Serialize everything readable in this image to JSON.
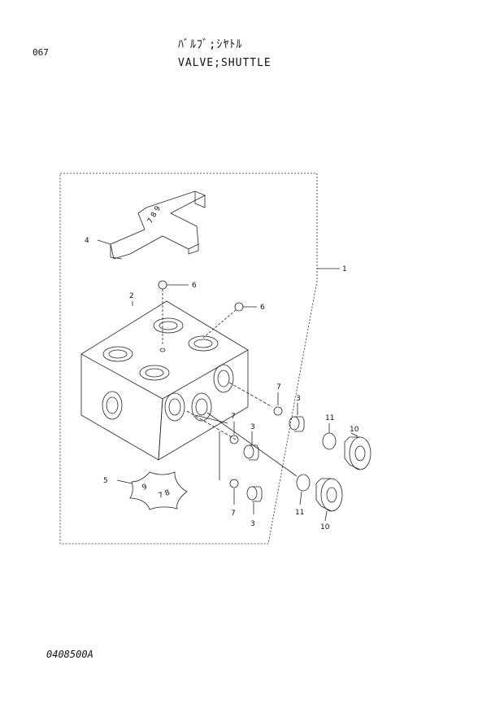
{
  "header": {
    "page_number": "067",
    "title_jp": "ﾊﾞﾙﾌﾞ;ｼﾔﾄﾙ",
    "title_en": "VALVE;SHUTTLE"
  },
  "footer": {
    "drawing_code": "0408500A"
  },
  "callouts": {
    "c1": "1",
    "c2": "2",
    "c3a": "3",
    "c3b": "3",
    "c3c": "3",
    "c4": "4",
    "c5": "5",
    "c6a": "6",
    "c6b": "6",
    "c7a": "7",
    "c7b": "7",
    "c7c": "7",
    "c10a": "10",
    "c10b": "10",
    "c11a": "11",
    "c11b": "11"
  }
}
